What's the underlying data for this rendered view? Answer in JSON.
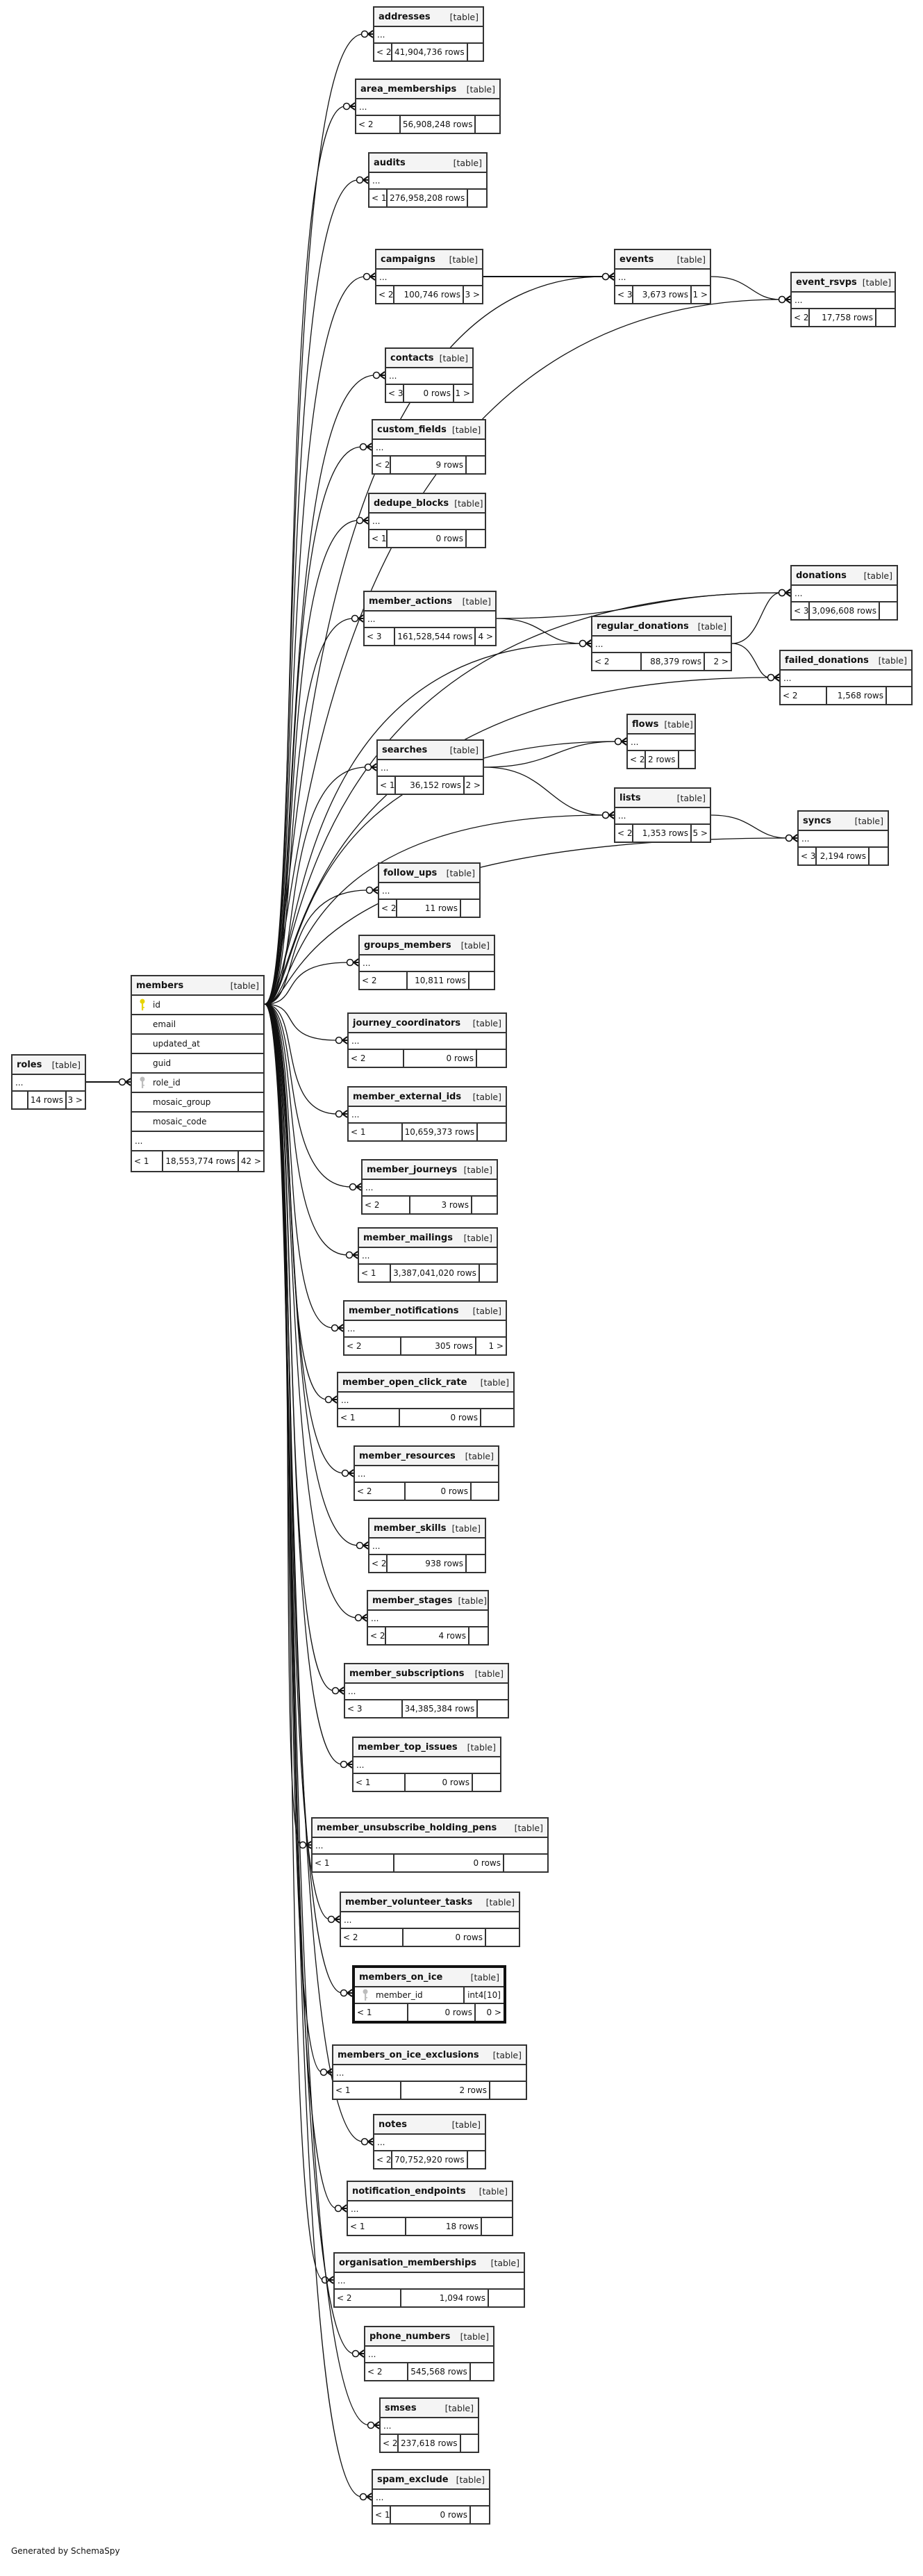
{
  "footer": "Generated by SchemaSpy",
  "table_type": "[table]",
  "ellipsis": "...",
  "colors": {
    "primary_key": "#e8d400",
    "foreign_key": "#bdbdbd",
    "line": "#111111",
    "header_bg": "#f4f4f4"
  },
  "tables": [
    {
      "name": "addresses",
      "parents": "< 2",
      "rows": "41,904,736 rows",
      "children": ""
    },
    {
      "name": "area_memberships",
      "parents": "< 2",
      "rows": "56,908,248 rows",
      "children": ""
    },
    {
      "name": "audits",
      "parents": "< 1",
      "rows": "276,958,208 rows",
      "children": ""
    },
    {
      "name": "campaigns",
      "parents": "< 2",
      "rows": "100,746 rows",
      "children": "3 >"
    },
    {
      "name": "events",
      "parents": "< 3",
      "rows": "3,673 rows",
      "children": "1 >"
    },
    {
      "name": "event_rsvps",
      "parents": "< 2",
      "rows": "17,758 rows",
      "children": ""
    },
    {
      "name": "contacts",
      "parents": "< 3",
      "rows": "0 rows",
      "children": "1 >"
    },
    {
      "name": "custom_fields",
      "parents": "< 2",
      "rows": "9 rows",
      "children": ""
    },
    {
      "name": "dedupe_blocks",
      "parents": "< 1",
      "rows": "0 rows",
      "children": ""
    },
    {
      "name": "member_actions",
      "parents": "< 3",
      "rows": "161,528,544 rows",
      "children": "4 >"
    },
    {
      "name": "donations",
      "parents": "< 3",
      "rows": "3,096,608 rows",
      "children": ""
    },
    {
      "name": "regular_donations",
      "parents": "< 2",
      "rows": "88,379 rows",
      "children": "2 >"
    },
    {
      "name": "failed_donations",
      "parents": "< 2",
      "rows": "1,568 rows",
      "children": ""
    },
    {
      "name": "flows",
      "parents": "< 2",
      "rows": "2 rows",
      "children": ""
    },
    {
      "name": "searches",
      "parents": "< 1",
      "rows": "36,152 rows",
      "children": "2 >"
    },
    {
      "name": "lists",
      "parents": "< 2",
      "rows": "1,353 rows",
      "children": "5 >"
    },
    {
      "name": "syncs",
      "parents": "< 3",
      "rows": "2,194 rows",
      "children": ""
    },
    {
      "name": "follow_ups",
      "parents": "< 2",
      "rows": "11 rows",
      "children": ""
    },
    {
      "name": "groups_members",
      "parents": "< 2",
      "rows": "10,811 rows",
      "children": ""
    },
    {
      "name": "members",
      "parents": "< 1",
      "rows": "18,553,774 rows",
      "children": "42 >",
      "columns": [
        {
          "name": "id",
          "key": "primary"
        },
        {
          "name": "email"
        },
        {
          "name": "updated_at"
        },
        {
          "name": "guid"
        },
        {
          "name": "role_id",
          "key": "foreign"
        },
        {
          "name": "mosaic_group"
        },
        {
          "name": "mosaic_code"
        },
        {
          "name": "..."
        }
      ]
    },
    {
      "name": "roles",
      "parents": "",
      "rows": "14 rows",
      "children": "3 >"
    },
    {
      "name": "journey_coordinators",
      "parents": "< 2",
      "rows": "0 rows",
      "children": ""
    },
    {
      "name": "member_external_ids",
      "parents": "< 1",
      "rows": "10,659,373 rows",
      "children": ""
    },
    {
      "name": "member_journeys",
      "parents": "< 2",
      "rows": "3 rows",
      "children": ""
    },
    {
      "name": "member_mailings",
      "parents": "< 1",
      "rows": "3,387,041,020 rows",
      "children": ""
    },
    {
      "name": "member_notifications",
      "parents": "< 2",
      "rows": "305 rows",
      "children": "1 >"
    },
    {
      "name": "member_open_click_rate",
      "parents": "< 1",
      "rows": "0 rows",
      "children": ""
    },
    {
      "name": "member_resources",
      "parents": "< 2",
      "rows": "0 rows",
      "children": ""
    },
    {
      "name": "member_skills",
      "parents": "< 2",
      "rows": "938 rows",
      "children": ""
    },
    {
      "name": "member_stages",
      "parents": "< 2",
      "rows": "4 rows",
      "children": ""
    },
    {
      "name": "member_subscriptions",
      "parents": "< 3",
      "rows": "34,385,384 rows",
      "children": ""
    },
    {
      "name": "member_top_issues",
      "parents": "< 1",
      "rows": "0 rows",
      "children": ""
    },
    {
      "name": "member_unsubscribe_holding_pens",
      "parents": "< 1",
      "rows": "0 rows",
      "children": ""
    },
    {
      "name": "member_volunteer_tasks",
      "parents": "< 2",
      "rows": "0 rows",
      "children": ""
    },
    {
      "name": "members_on_ice",
      "parents": "< 1",
      "rows": "0 rows",
      "children": "0 >",
      "focus": true,
      "columns": [
        {
          "name": "member_id",
          "key": "foreign",
          "type": "int4[10]"
        }
      ]
    },
    {
      "name": "members_on_ice_exclusions",
      "parents": "< 1",
      "rows": "2 rows",
      "children": ""
    },
    {
      "name": "notes",
      "parents": "< 2",
      "rows": "70,752,920 rows",
      "children": ""
    },
    {
      "name": "notification_endpoints",
      "parents": "< 1",
      "rows": "18 rows",
      "children": ""
    },
    {
      "name": "organisation_memberships",
      "parents": "< 2",
      "rows": "1,094 rows",
      "children": ""
    },
    {
      "name": "phone_numbers",
      "parents": "< 2",
      "rows": "545,568 rows",
      "children": ""
    },
    {
      "name": "smses",
      "parents": "< 2",
      "rows": "237,618 rows",
      "children": ""
    },
    {
      "name": "spam_exclude",
      "parents": "< 1",
      "rows": "0 rows",
      "children": ""
    }
  ],
  "relationships": [
    [
      "members",
      "addresses"
    ],
    [
      "members",
      "area_memberships"
    ],
    [
      "members",
      "audits"
    ],
    [
      "members",
      "campaigns"
    ],
    [
      "members",
      "events"
    ],
    [
      "members",
      "event_rsvps"
    ],
    [
      "members",
      "contacts"
    ],
    [
      "members",
      "custom_fields"
    ],
    [
      "members",
      "dedupe_blocks"
    ],
    [
      "members",
      "member_actions"
    ],
    [
      "members",
      "donations"
    ],
    [
      "members",
      "regular_donations"
    ],
    [
      "members",
      "failed_donations"
    ],
    [
      "members",
      "flows"
    ],
    [
      "members",
      "searches"
    ],
    [
      "members",
      "lists"
    ],
    [
      "members",
      "syncs"
    ],
    [
      "members",
      "follow_ups"
    ],
    [
      "members",
      "groups_members"
    ],
    [
      "members",
      "journey_coordinators"
    ],
    [
      "members",
      "member_external_ids"
    ],
    [
      "members",
      "member_journeys"
    ],
    [
      "members",
      "member_mailings"
    ],
    [
      "members",
      "member_notifications"
    ],
    [
      "members",
      "member_open_click_rate"
    ],
    [
      "members",
      "member_resources"
    ],
    [
      "members",
      "member_skills"
    ],
    [
      "members",
      "member_stages"
    ],
    [
      "members",
      "member_subscriptions"
    ],
    [
      "members",
      "member_top_issues"
    ],
    [
      "members",
      "member_unsubscribe_holding_pens"
    ],
    [
      "members",
      "member_volunteer_tasks"
    ],
    [
      "members",
      "members_on_ice"
    ],
    [
      "members",
      "members_on_ice_exclusions"
    ],
    [
      "members",
      "notes"
    ],
    [
      "members",
      "notification_endpoints"
    ],
    [
      "members",
      "organisation_memberships"
    ],
    [
      "members",
      "phone_numbers"
    ],
    [
      "members",
      "smses"
    ],
    [
      "members",
      "spam_exclude"
    ],
    [
      "campaigns",
      "events"
    ],
    [
      "events",
      "event_rsvps"
    ],
    [
      "member_actions",
      "donations"
    ],
    [
      "member_actions",
      "regular_donations"
    ],
    [
      "regular_donations",
      "donations"
    ],
    [
      "regular_donations",
      "failed_donations"
    ],
    [
      "searches",
      "flows"
    ],
    [
      "searches",
      "lists"
    ],
    [
      "lists",
      "syncs"
    ],
    [
      "roles",
      "members"
    ]
  ]
}
